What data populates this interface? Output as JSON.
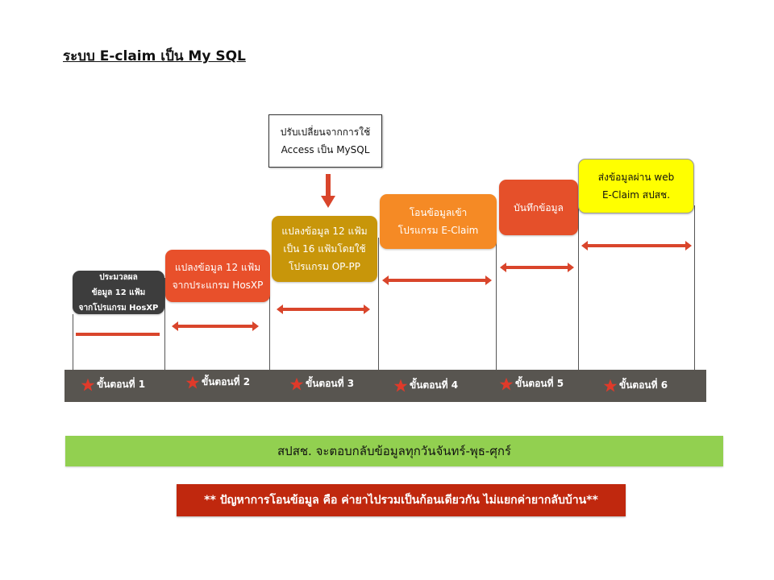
{
  "title": "ระบบ E-claim เป็น My SQL",
  "note": "ปรับเปลี่ยนจากการใช้\nAccess เป็น MySQL",
  "boxes": {
    "b1": "ประมวลผล\nข้อมูล 12 แฟ้ม\nจากโปรแกรม HosXP",
    "b2": "แปลงข้อมูล 12 แฟ้ม\nจากประแกรม HosXP",
    "b3": "แปลงข้อมูล 12 แฟ้ม\nเป็น 16 แฟ้มโดยใช้\nโปรแกรม OP-PP",
    "b4": "โอนข้อมูลเข้า\nโปรแกรม E-Claim",
    "b5": "บันทึกข้อมูล",
    "b6": "ส่งข้อมูลผ่าน web\nE-Claim สปสช."
  },
  "steps": {
    "s1": "ขั้นตอนที่ 1",
    "s2": "ขั้นตอนที่ 2",
    "s3": "ขั้นตอนที่ 3",
    "s4": "ขั้นตอนที่ 4",
    "s5": "ขั้นตอนที่ 5",
    "s6": "ขั้นตอนที่ 6"
  },
  "banner": "สปสช. จะตอบกลับข้อมูลทุกวันจันทร์-พุธ-ศุกร์",
  "problem": "** ปัญหาการโอนข้อมูล คือ ค่ายาไปรวมเป็นก้อนเดียวกัน ไม่แยกค่ายากลับบ้าน**",
  "colors": {
    "step1": "#3d3d3d",
    "step2": "#e8502b",
    "step3": "#c8960a",
    "step4": "#f58a25",
    "step5": "#e5502a",
    "step6": "#ffff00",
    "arrow": "#d9452b",
    "star": "#e03a2a",
    "stepbar": "#585550",
    "banner": "#92d050",
    "problem": "#c0280e"
  },
  "icons": {
    "step_marker": "star-icon",
    "connector": "double-arrow-icon",
    "note_pointer": "down-arrow-icon"
  }
}
